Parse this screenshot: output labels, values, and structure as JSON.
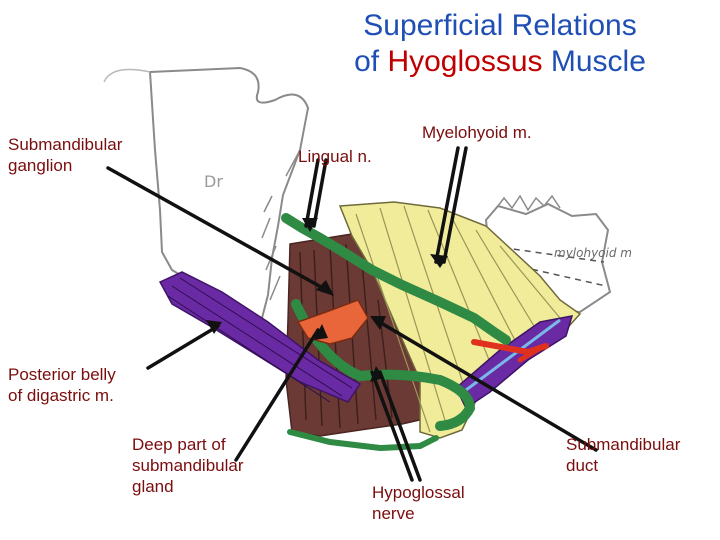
{
  "title": {
    "line1": "Superficial Relations",
    "line2_prefix": "of ",
    "line2_highlight": "Hyoglossus",
    "line2_suffix": " Muscle"
  },
  "labels": {
    "submandibular_ganglion": "Submandibular\nganglion",
    "lingual_nerve": "Lingual n.",
    "myelohyoid": "Myelohyoid m.",
    "posterior_belly": "Posterior belly\nof digastric m.",
    "deep_part_gland": "Deep part of\nsubmandibular\ngland",
    "hypoglossal_nerve": "Hypoglossal\nnerve",
    "submandibular_duct": "Submandibular\nduct"
  },
  "sketch_text": {
    "dr": "Dr",
    "mylohyoid_handwritten": "mylohyoid m"
  },
  "colors": {
    "title_blue": "#1f4fb4",
    "title_red": "#c00000",
    "label_red": "#7a0d0d",
    "hyoglossus_brown": "#6b3a34",
    "mylohyoid_yellow": "#f1ec9a",
    "nerve_green": "#2f8a44",
    "digastric_purple": "#6a2aa3",
    "gland_orange": "#e8663a",
    "duct_red": "#e0301e",
    "arrow_black": "#111111"
  }
}
